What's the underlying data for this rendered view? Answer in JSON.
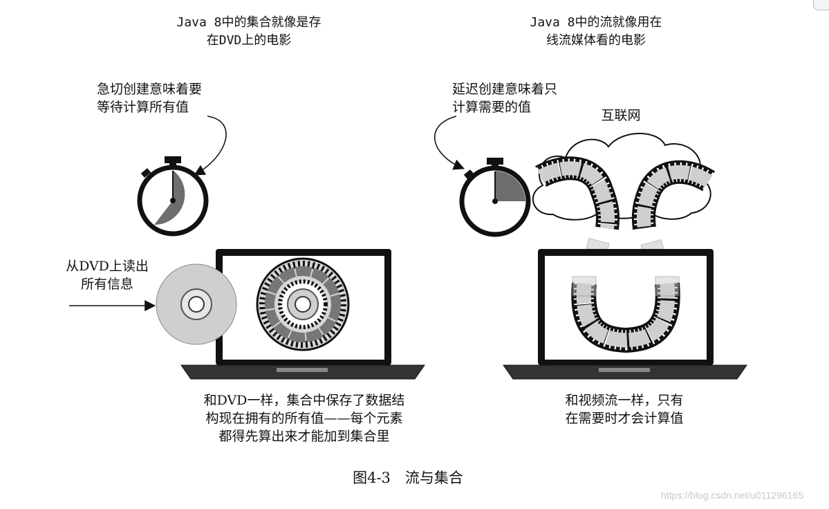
{
  "left": {
    "title": "Java 8中的集合就像是存\n在DVD上的电影",
    "eager_note": "急切创建意味着要\n等待计算所有值",
    "read_note": "从DVD上读出\n所有信息",
    "caption": "和DVD一样，集合中保存了数据结\n构现在拥有的所有值——每个元素\n都得先算出来才能加到集合里"
  },
  "right": {
    "title": "Java 8中的流就像用在\n线流媒体看的电影",
    "lazy_note": "延迟创建意味着只\n计算需要的值",
    "cloud_label": "互联网",
    "caption": "和视频流一样，只有\n在需要时才会计算值"
  },
  "figure_caption": "图4-3　流与集合",
  "watermark": "https://blog.csdn.net/u011296165",
  "colors": {
    "ink": "#111111",
    "grey_fill": "#6e6e6e",
    "light_grey": "#cfcfcf",
    "screen": "#ffffff"
  }
}
